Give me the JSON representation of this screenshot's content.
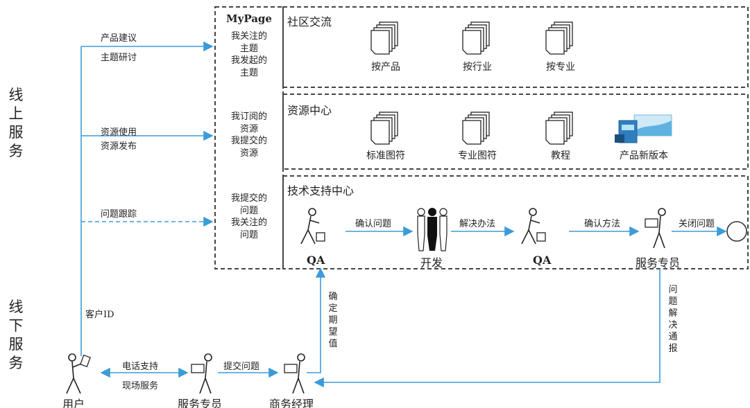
{
  "sides": {
    "online": "线上服务",
    "offline": "线下服务"
  },
  "mypage": {
    "title": "MyPage",
    "group1": [
      "我关注的",
      "主题",
      "我发起的",
      "主题"
    ],
    "group2": [
      "我订阅的",
      "资源",
      "我提交的",
      "资源"
    ],
    "group3": [
      "我提交的",
      "问题",
      "我关注的",
      "问题"
    ]
  },
  "community": {
    "title": "社区交流",
    "items": [
      "按产品",
      "按行业",
      "按专业"
    ]
  },
  "resources": {
    "title": "资源中心",
    "items": [
      "标准图符",
      "专业图符",
      "教程",
      "产品新版本"
    ]
  },
  "support": {
    "title": "技术支持中心",
    "nodes": [
      "QA",
      "开发",
      "QA",
      "服务专员"
    ],
    "edges": [
      "确认问题",
      "解决办法",
      "确认方法",
      "关闭问题"
    ]
  },
  "left_edges": {
    "e1a": "产品建议",
    "e1b": "主题研讨",
    "e2a": "资源使用",
    "e2b": "资源发布",
    "e3": "问题跟踪",
    "customer_id": "客户ID"
  },
  "offline": {
    "nodes": [
      "用户",
      "服务专员",
      "商务经理"
    ],
    "e1a": "电话支持",
    "e1b": "现场服务",
    "e2": "提交问题",
    "vert_left": "确定期望值",
    "vert_right": "问题解决通报"
  },
  "colors": {
    "arrow": "#3c9bd8",
    "border": "#444444",
    "text": "#222222"
  }
}
